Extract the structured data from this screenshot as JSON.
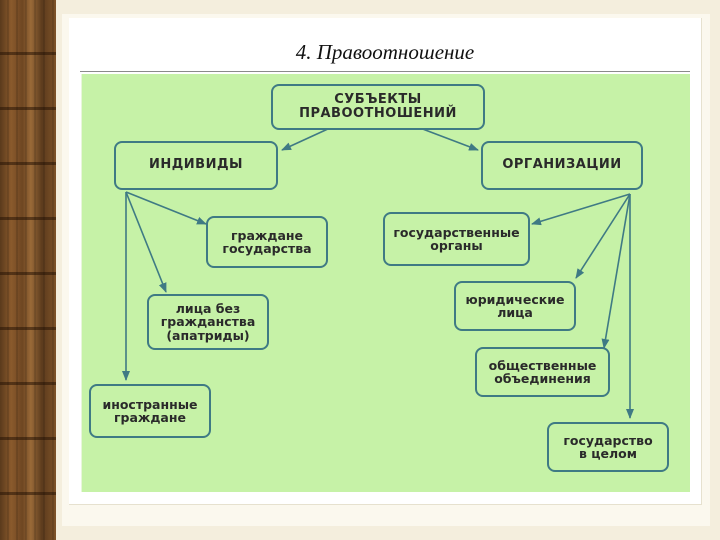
{
  "slide": {
    "title": "4. Правоотношение"
  },
  "diagram": {
    "root": "СУБЪЕКТЫ\nПРАВООТНОШЕНИЙ",
    "left_branch": {
      "label": "ИНДИВИДЫ",
      "children": [
        "граждане\nгосударства",
        "лица без\nгражданства\n(апатриды)",
        "иностранные\nграждане"
      ]
    },
    "right_branch": {
      "label": "ОРГАНИЗАЦИИ",
      "children": [
        "государственные\nорганы",
        "юридические\nлица",
        "общественные\nобъединения",
        "государство\nв целом"
      ]
    }
  },
  "colors": {
    "panel_background": "#c6f2a7",
    "box_border": "#3f7a84",
    "arrow": "#3f7a84",
    "text": "#2a2a2a"
  }
}
